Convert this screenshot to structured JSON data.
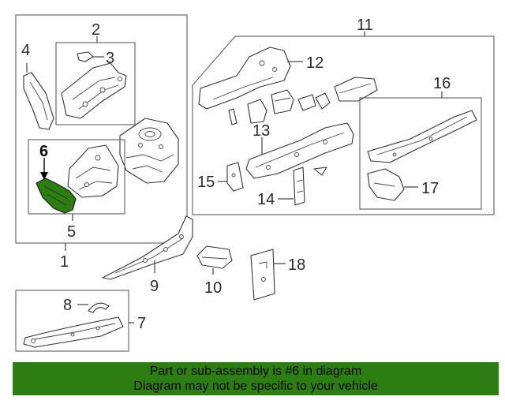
{
  "callouts": {
    "c1": "1",
    "c2": "2",
    "c3": "3",
    "c4": "4",
    "c5": "5",
    "c6": "6",
    "c7": "7",
    "c8": "8",
    "c9": "9",
    "c10": "10",
    "c11": "11",
    "c12": "12",
    "c13": "13",
    "c14": "14",
    "c15": "15",
    "c16": "16",
    "c17": "17",
    "c18": "18"
  },
  "highlight": {
    "part": "6",
    "color": "#2e7d12"
  },
  "banner": {
    "line1": "Part or sub-assembly is #6 in diagram",
    "line2": "Diagram may not be specific to your vehicle",
    "color": "#2e7d12"
  }
}
